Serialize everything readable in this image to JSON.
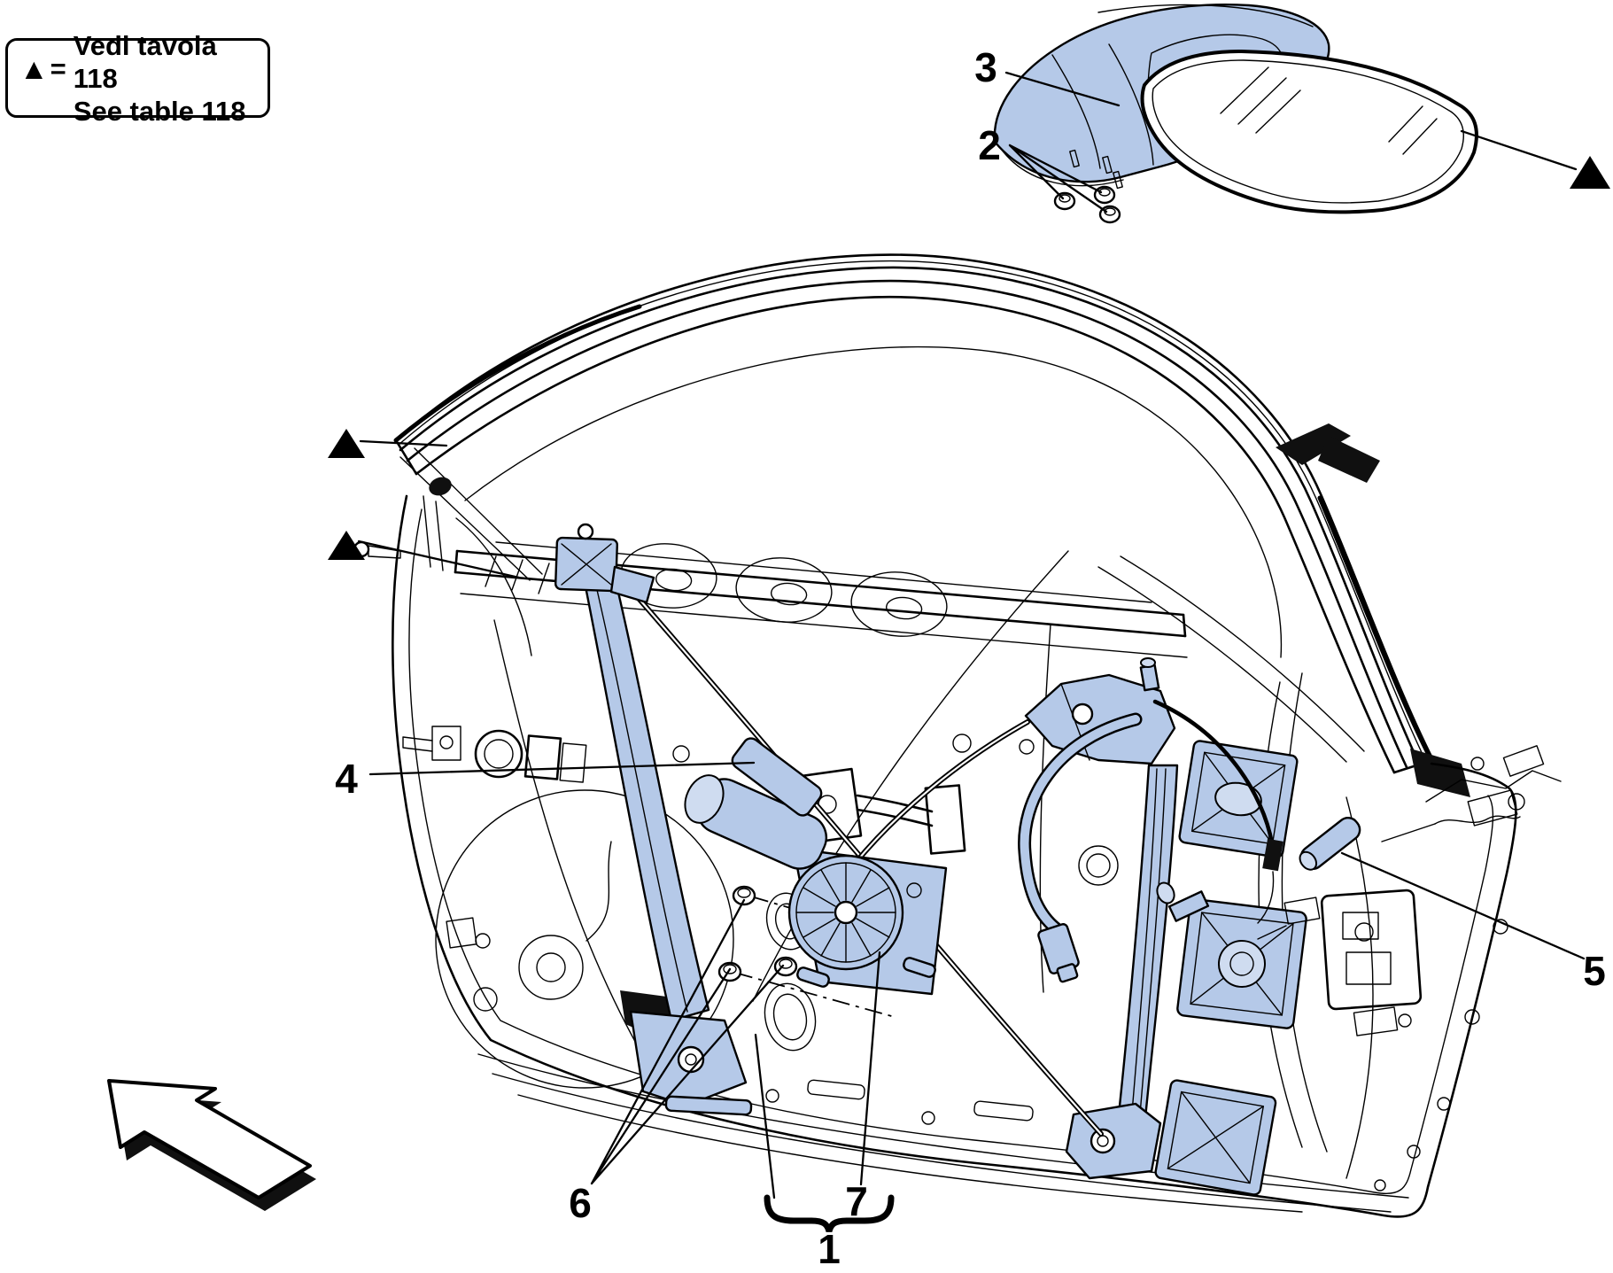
{
  "page": {
    "background": "#ffffff"
  },
  "legend": {
    "marker": "▲",
    "equals": "=",
    "line1": "Vedi tavola 118",
    "line2": "See table 118"
  },
  "callouts": {
    "c1": {
      "label": "1"
    },
    "c2": {
      "label": "2"
    },
    "c3": {
      "label": "3"
    },
    "c4": {
      "label": "4"
    },
    "c5": {
      "label": "5"
    },
    "c6": {
      "label": "6"
    },
    "c7": {
      "label": "7"
    }
  },
  "colors": {
    "highlight": "#b5c9e8",
    "highlight_light": "#cfdcf0",
    "line": "#000000"
  }
}
